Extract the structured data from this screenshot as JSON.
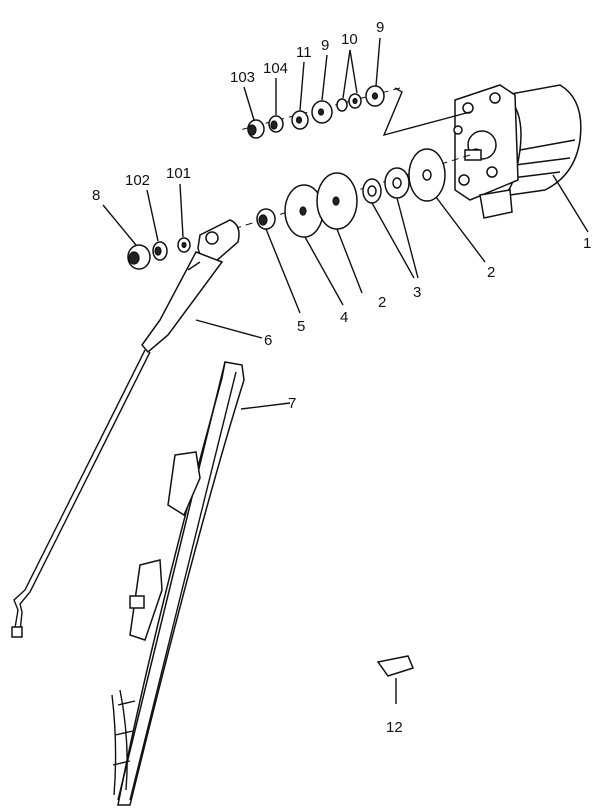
{
  "callouts": {
    "c1": "1",
    "c2a": "2",
    "c2b": "2",
    "c3": "3",
    "c4": "4",
    "c5": "5",
    "c6": "6",
    "c7": "7",
    "c8": "8",
    "c9a": "9",
    "c9b": "9",
    "c10": "10",
    "c11": "11",
    "c12": "12",
    "c101": "101",
    "c102": "102",
    "c103": "103",
    "c104": "104"
  },
  "colors": {
    "ink": "#111111",
    "paper": "#ffffff"
  }
}
